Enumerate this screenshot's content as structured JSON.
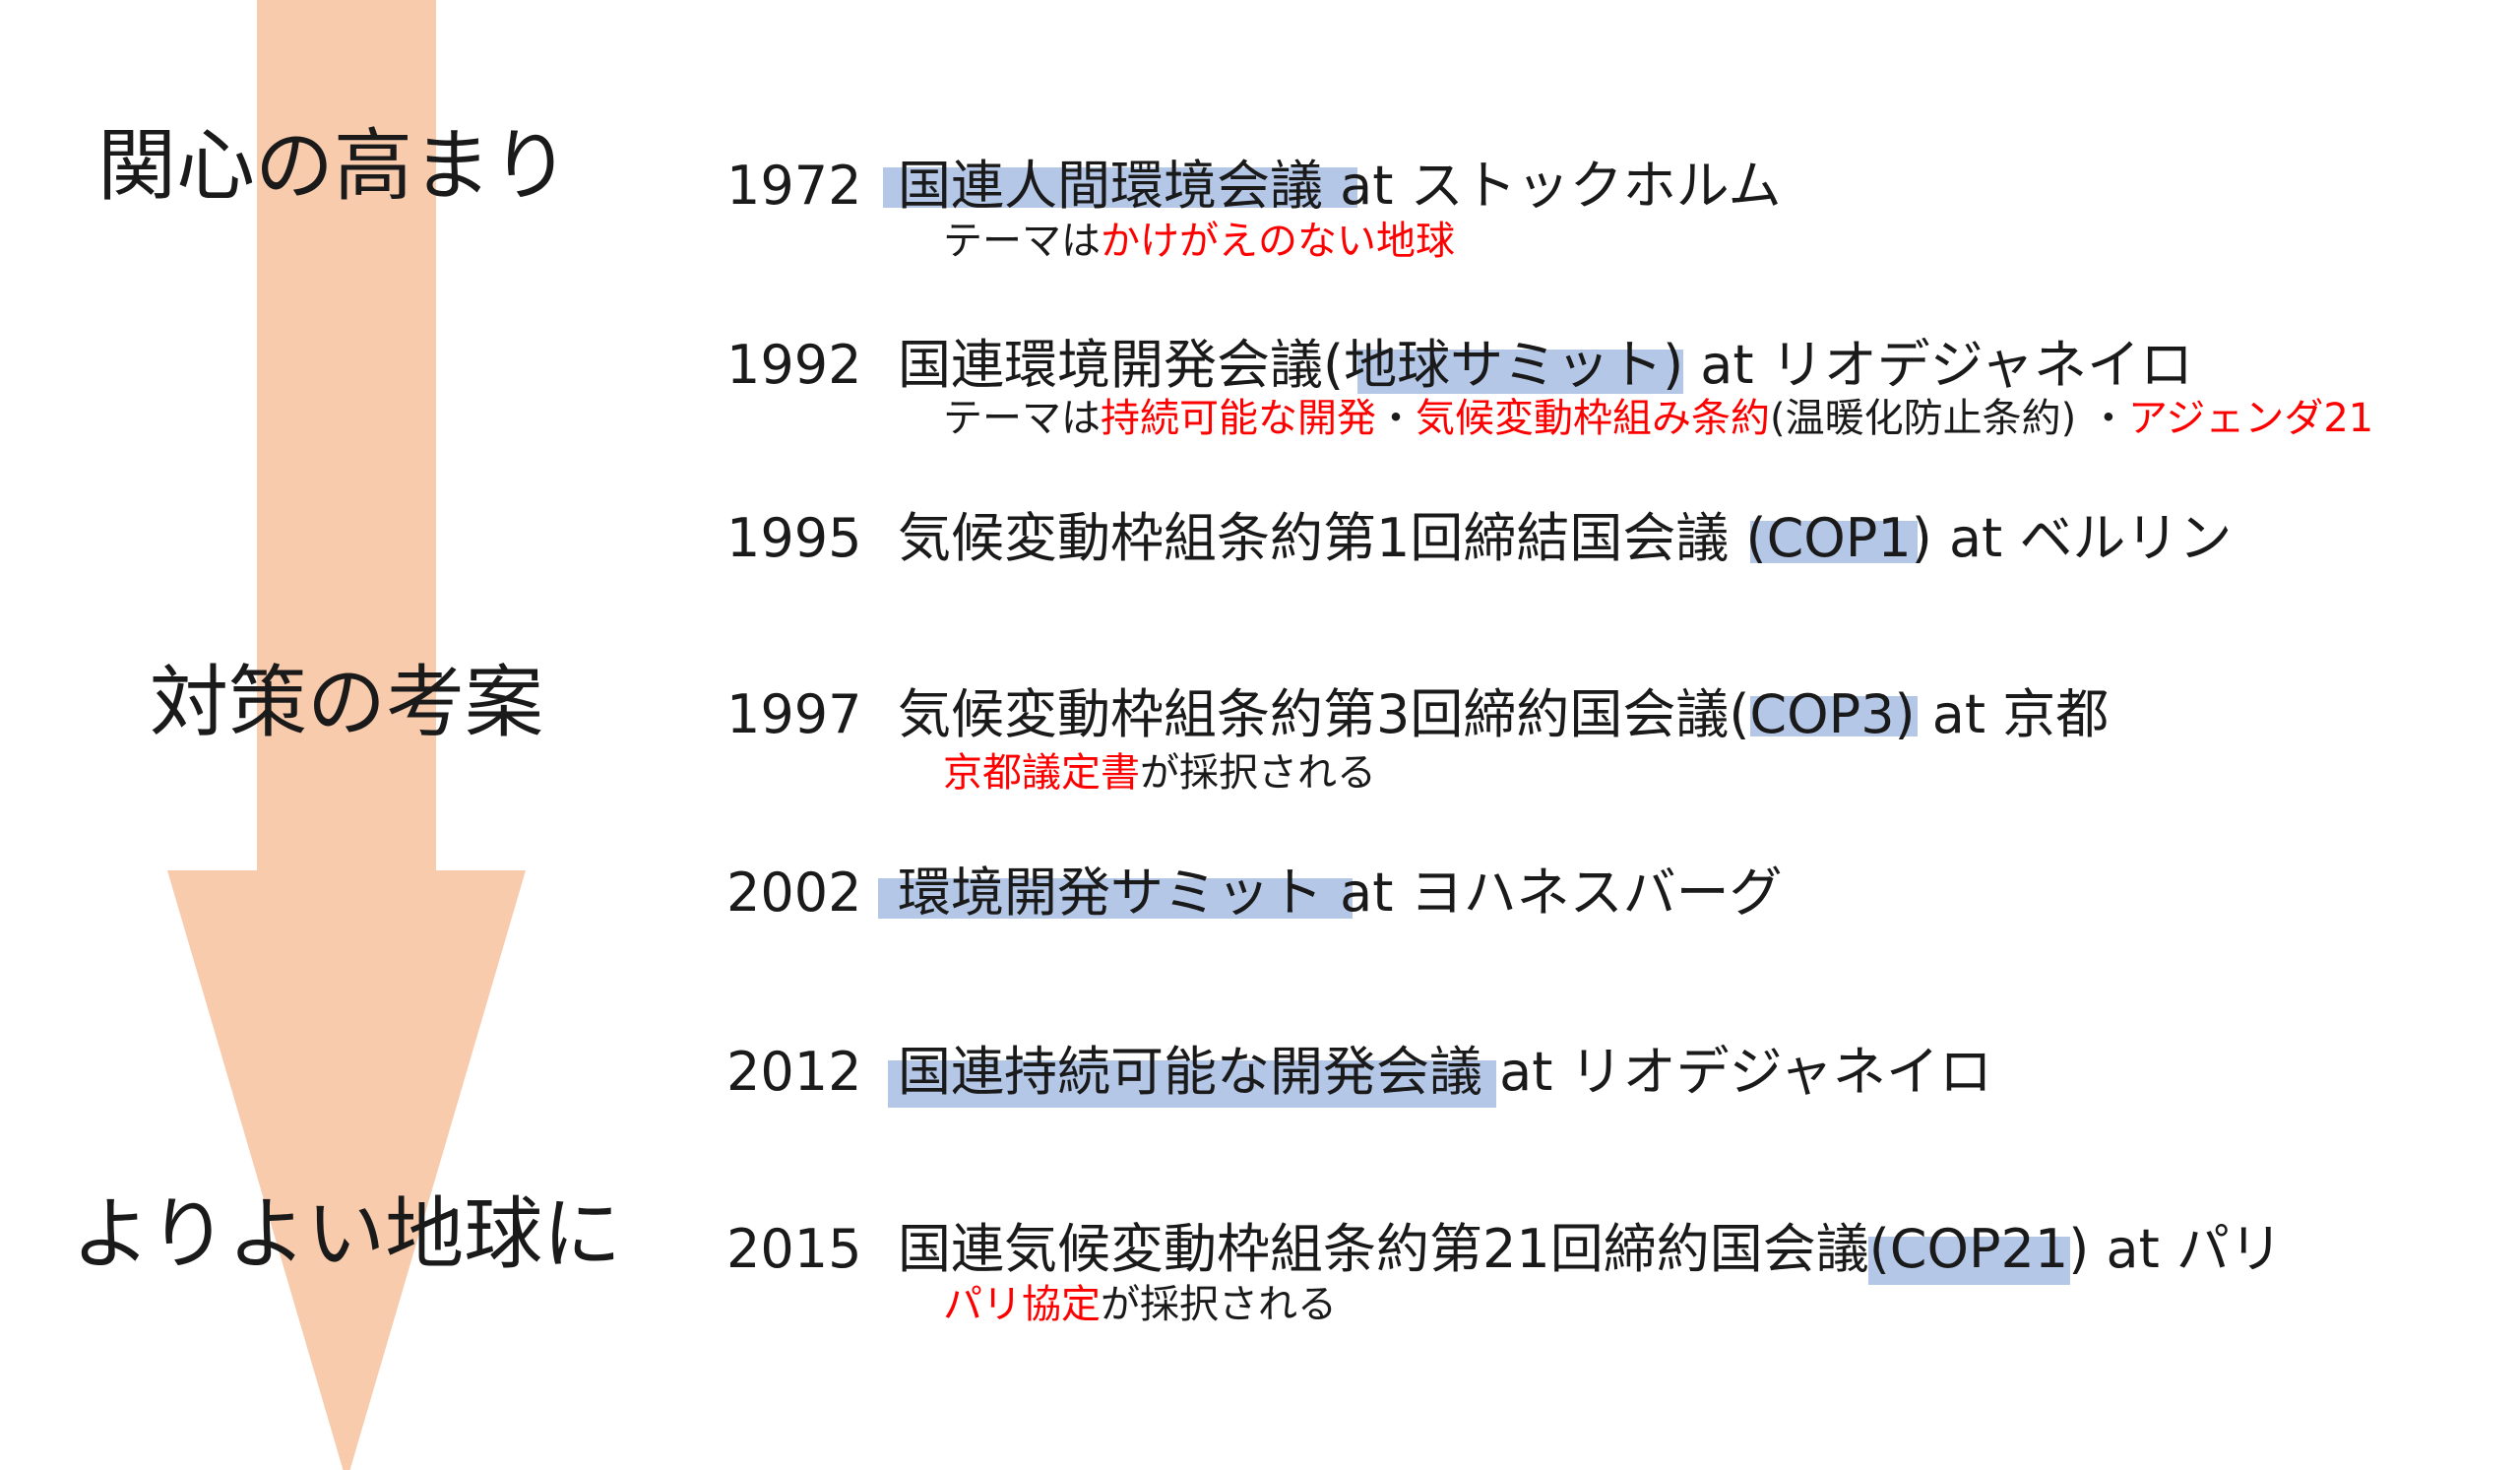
{
  "colors": {
    "arrow": "#f8cbad",
    "highlight": "#b4c7e7",
    "accent": "#ff0000"
  },
  "stages": [
    "関心の高まり",
    "対策の考案",
    "よりよい地球に"
  ],
  "events": [
    {
      "year": "1972",
      "title": "国連人間環境会議 at ストックホルム",
      "sub": [
        {
          "t": "テーマは",
          "red": false
        },
        {
          "t": "かけがえのない地球",
          "red": true
        }
      ]
    },
    {
      "year": "1992",
      "title": "国連環境開発会議(地球サミット) at リオデジャネイロ",
      "sub": [
        {
          "t": "テーマは",
          "red": false
        },
        {
          "t": "持続可能な開発",
          "red": true
        },
        {
          "t": "・",
          "red": false
        },
        {
          "t": "気候変動枠組み条約",
          "red": true
        },
        {
          "t": "(温暖化防止条約) ・",
          "red": false
        },
        {
          "t": "アジェンダ21",
          "red": true
        }
      ]
    },
    {
      "year": "1995",
      "title": "気候変動枠組条約第1回締結国会議 (COP1) at  ベルリン",
      "sub": []
    },
    {
      "year": "1997",
      "title": "気候変動枠組条約第3回締約国会議(COP3) at 京都",
      "sub": [
        {
          "t": "京都議定書",
          "red": true
        },
        {
          "t": "が採択される",
          "red": false
        }
      ]
    },
    {
      "year": "2002",
      "title": "環境開発サミット at ヨハネスバーグ",
      "sub": []
    },
    {
      "year": "2012",
      "title": "国連持続可能な開発会議 at リオデジャネイロ",
      "sub": []
    },
    {
      "year": "2015",
      "title": "国連気候変動枠組条約第21回締約国会議(COP21) at パリ",
      "sub": [
        {
          "t": "パリ協定",
          "red": true
        },
        {
          "t": "が採択される",
          "red": false
        }
      ]
    }
  ]
}
